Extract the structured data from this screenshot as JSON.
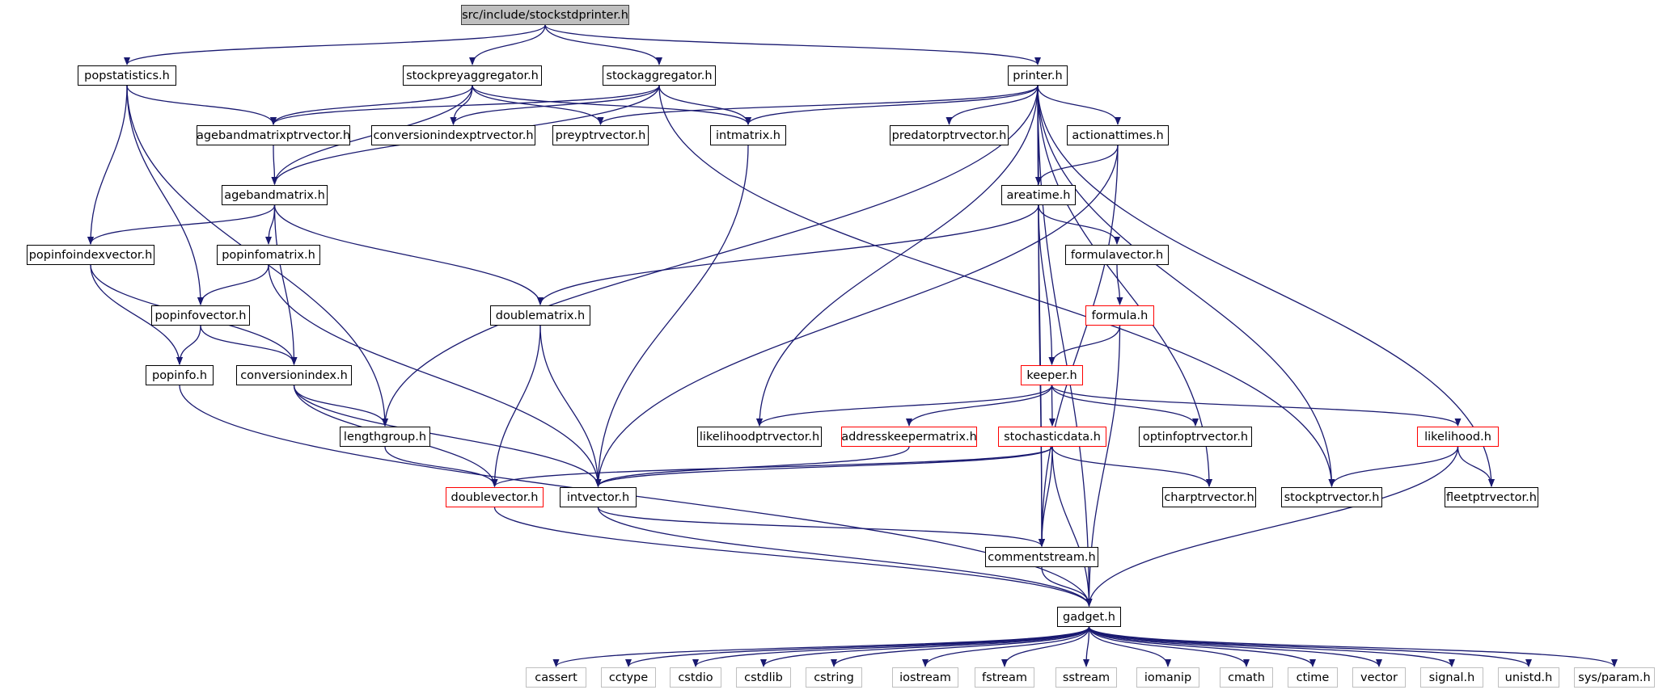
{
  "graph": {
    "title": "src/include/stockstdprinter.h",
    "edge_color": "#191970",
    "legend_colors": {
      "root_fill": "#bfbfbf",
      "incomplete_border": "#ff0000",
      "system_border": "#bfbfbf",
      "normal_border": "#000000"
    },
    "nodes": {
      "root": "src/include/stockstdprinter.h",
      "popstatistics": "popstatistics.h",
      "stockpreyaggregator": "stockpreyaggregator.h",
      "stockaggregator": "stockaggregator.h",
      "printer": "printer.h",
      "agebandmatrixptrvector": "agebandmatrixptrvector.h",
      "conversionindexptrvector": "conversionindexptrvector.h",
      "preyptrvector": "preyptrvector.h",
      "intmatrix": "intmatrix.h",
      "predatorptrvector": "predatorptrvector.h",
      "actionattimes": "actionattimes.h",
      "agebandmatrix": "agebandmatrix.h",
      "areatime": "areatime.h",
      "popinfoindexvector": "popinfoindexvector.h",
      "popinfomatrix": "popinfomatrix.h",
      "formulavector": "formulavector.h",
      "popinfovector": "popinfovector.h",
      "doublematrix": "doublematrix.h",
      "formula": "formula.h",
      "popinfo": "popinfo.h",
      "conversionindex": "conversionindex.h",
      "keeper": "keeper.h",
      "lengthgroup": "lengthgroup.h",
      "likelihoodptrvector": "likelihoodptrvector.h",
      "addresskeepermatrix": "addresskeepermatrix.h",
      "stochasticdata": "stochasticdata.h",
      "optinfoptrvector": "optinfoptrvector.h",
      "likelihood": "likelihood.h",
      "doublevector": "doublevector.h",
      "intvector": "intvector.h",
      "charptrvector": "charptrvector.h",
      "stockptrvector": "stockptrvector.h",
      "fleetptrvector": "fleetptrvector.h",
      "commentstream": "commentstream.h",
      "gadget": "gadget.h",
      "cassert": "cassert",
      "cctype": "cctype",
      "cstdio": "cstdio",
      "cstdlib": "cstdlib",
      "cstring": "cstring",
      "iostream": "iostream",
      "fstream": "fstream",
      "sstream": "sstream",
      "iomanip": "iomanip",
      "cmath": "cmath",
      "ctime": "ctime",
      "vector": "vector",
      "signal_h": "signal.h",
      "unistd_h": "unistd.h",
      "sys_param_h": "sys/param.h"
    },
    "edges": [
      [
        "root",
        "popstatistics"
      ],
      [
        "root",
        "stockpreyaggregator"
      ],
      [
        "root",
        "stockaggregator"
      ],
      [
        "root",
        "printer"
      ],
      [
        "popstatistics",
        "agebandmatrixptrvector"
      ],
      [
        "popstatistics",
        "popinfoindexvector"
      ],
      [
        "popstatistics",
        "popinfovector"
      ],
      [
        "popstatistics",
        "lengthgroup"
      ],
      [
        "stockpreyaggregator",
        "agebandmatrixptrvector"
      ],
      [
        "stockpreyaggregator",
        "conversionindexptrvector"
      ],
      [
        "stockpreyaggregator",
        "preyptrvector"
      ],
      [
        "stockpreyaggregator",
        "intmatrix"
      ],
      [
        "stockpreyaggregator",
        "agebandmatrix"
      ],
      [
        "stockaggregator",
        "agebandmatrixptrvector"
      ],
      [
        "stockaggregator",
        "conversionindexptrvector"
      ],
      [
        "stockaggregator",
        "intmatrix"
      ],
      [
        "stockaggregator",
        "stockptrvector"
      ],
      [
        "stockaggregator",
        "agebandmatrix"
      ],
      [
        "printer",
        "preyptrvector"
      ],
      [
        "printer",
        "intmatrix"
      ],
      [
        "printer",
        "predatorptrvector"
      ],
      [
        "printer",
        "actionattimes"
      ],
      [
        "printer",
        "areatime"
      ],
      [
        "printer",
        "lengthgroup"
      ],
      [
        "printer",
        "likelihoodptrvector"
      ],
      [
        "printer",
        "stockptrvector"
      ],
      [
        "printer",
        "fleetptrvector"
      ],
      [
        "printer",
        "charptrvector"
      ],
      [
        "printer",
        "commentstream"
      ],
      [
        "printer",
        "gadget"
      ],
      [
        "agebandmatrixptrvector",
        "agebandmatrix"
      ],
      [
        "intmatrix",
        "intvector"
      ],
      [
        "actionattimes",
        "areatime"
      ],
      [
        "actionattimes",
        "intvector"
      ],
      [
        "actionattimes",
        "commentstream"
      ],
      [
        "agebandmatrix",
        "popinfoindexvector"
      ],
      [
        "agebandmatrix",
        "popinfomatrix"
      ],
      [
        "agebandmatrix",
        "doublematrix"
      ],
      [
        "agebandmatrix",
        "conversionindex"
      ],
      [
        "areatime",
        "doublematrix"
      ],
      [
        "areatime",
        "formulavector"
      ],
      [
        "areatime",
        "keeper"
      ],
      [
        "areatime",
        "commentstream"
      ],
      [
        "popinfoindexvector",
        "popinfo"
      ],
      [
        "popinfoindexvector",
        "conversionindex"
      ],
      [
        "popinfomatrix",
        "popinfovector"
      ],
      [
        "popinfomatrix",
        "intvector"
      ],
      [
        "popinfovector",
        "popinfo"
      ],
      [
        "popinfovector",
        "conversionindex"
      ],
      [
        "formulavector",
        "formula"
      ],
      [
        "formula",
        "keeper"
      ],
      [
        "formula",
        "gadget"
      ],
      [
        "doublematrix",
        "doublevector"
      ],
      [
        "doublematrix",
        "intvector"
      ],
      [
        "popinfo",
        "gadget"
      ],
      [
        "conversionindex",
        "lengthgroup"
      ],
      [
        "conversionindex",
        "doublevector"
      ],
      [
        "conversionindex",
        "intvector"
      ],
      [
        "lengthgroup",
        "doublevector"
      ],
      [
        "keeper",
        "likelihoodptrvector"
      ],
      [
        "keeper",
        "addresskeepermatrix"
      ],
      [
        "keeper",
        "stochasticdata"
      ],
      [
        "keeper",
        "optinfoptrvector"
      ],
      [
        "keeper",
        "likelihood"
      ],
      [
        "addresskeepermatrix",
        "intvector"
      ],
      [
        "stochasticdata",
        "doublevector"
      ],
      [
        "stochasticdata",
        "intvector"
      ],
      [
        "stochasticdata",
        "charptrvector"
      ],
      [
        "stochasticdata",
        "commentstream"
      ],
      [
        "stochasticdata",
        "gadget"
      ],
      [
        "likelihood",
        "stockptrvector"
      ],
      [
        "likelihood",
        "fleetptrvector"
      ],
      [
        "likelihood",
        "gadget"
      ],
      [
        "doublevector",
        "gadget"
      ],
      [
        "intvector",
        "commentstream"
      ],
      [
        "intvector",
        "gadget"
      ],
      [
        "commentstream",
        "gadget"
      ],
      [
        "gadget",
        "cassert"
      ],
      [
        "gadget",
        "cctype"
      ],
      [
        "gadget",
        "cstdio"
      ],
      [
        "gadget",
        "cstdlib"
      ],
      [
        "gadget",
        "cstring"
      ],
      [
        "gadget",
        "iostream"
      ],
      [
        "gadget",
        "fstream"
      ],
      [
        "gadget",
        "sstream"
      ],
      [
        "gadget",
        "iomanip"
      ],
      [
        "gadget",
        "cmath"
      ],
      [
        "gadget",
        "ctime"
      ],
      [
        "gadget",
        "vector"
      ],
      [
        "gadget",
        "signal_h"
      ],
      [
        "gadget",
        "unistd_h"
      ],
      [
        "gadget",
        "sys_param_h"
      ]
    ]
  }
}
